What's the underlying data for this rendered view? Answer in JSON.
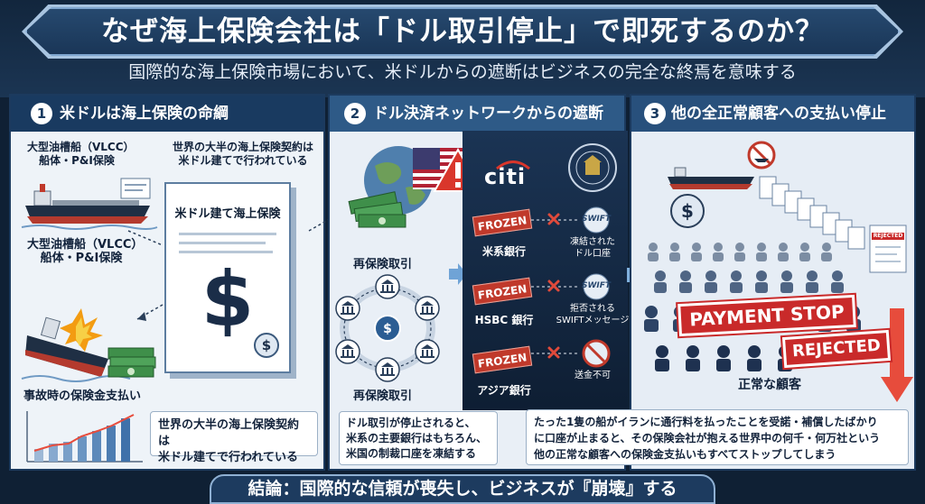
{
  "header": {
    "title": "なぜ海上保険会社は「ドル取引停止」で即死するのか？",
    "subtitle": "国際的な海上保険市場において、米ドルからの遮断はビジネスの完全な終焉を意味する"
  },
  "panel1": {
    "number": "1",
    "title": "米ドルは海上保険の命綱",
    "ship_top_label": [
      "大型油槽船（VLCC）",
      "船体・P&I保険"
    ],
    "ship_mid_label": [
      "大型油槽船（VLCC）",
      "船体・P&I保険"
    ],
    "contracts_note": [
      "世界の大半の海上保険契約は",
      "米ドル建てで行われている"
    ],
    "document_title": "米ドル建て海上保険",
    "document_symbol": "$",
    "accident_label": "事故時の保険金支払い",
    "bubble": [
      "世界の大半の海上保険契約は",
      "米ドル建てで行われている"
    ]
  },
  "panel2": {
    "number": "2",
    "title": "ドル決済ネットワークからの遮断",
    "reinsurance_top": "再保険取引",
    "reinsurance_bottom": "再保険取引",
    "citi_logo": "citi",
    "frozen_stamp": "FROZEN",
    "banks": [
      "米系銀行",
      "HSBC 銀行",
      "アジア銀行"
    ],
    "swift_notes": [
      [
        "凍結された",
        "ドル口座"
      ],
      [
        "拒否される",
        "SWIFTメッセージ"
      ],
      [
        "送金不可"
      ]
    ],
    "swift_text": "SWIFT",
    "bubble": [
      "ドル取引が停止されると、",
      "米系の主要銀行はもちろん、",
      "米国の制裁口座を凍結する"
    ]
  },
  "panel3": {
    "number": "3",
    "title": "他の全正常顧客への支払い停止",
    "stamp_payment": "PAYMENT STOP",
    "stamp_rejected": "REJECTED",
    "doc_rejected": "REJECTED",
    "customers_label": "正常な顧客",
    "bubble": [
      "たった1隻の船がイランに通行料を払ったことを受諾・補償したばかり",
      "に口座が止まると、その保険会社が抱える世界中の何千・何万社という",
      "他の正常な顧客への保険金支払いもすべてストップしてしまう"
    ]
  },
  "footer": {
    "conclusion": "結論：国際的な信頼が喪失し、ビジネスが『崩壊』する"
  },
  "colors": {
    "navy": "#193a60",
    "danger_red": "#c92a2a",
    "money_green": "#3f8f4a",
    "panel_bg": "#eef3f8"
  },
  "icons": [
    "oil-tanker-icon",
    "globe-icon",
    "money-stack-icon",
    "us-flag-icon",
    "warning-icon",
    "bank-icon",
    "treasury-seal-icon",
    "no-ship-icon",
    "rejected-document-icon",
    "person-icon",
    "bar-chart-icon"
  ]
}
